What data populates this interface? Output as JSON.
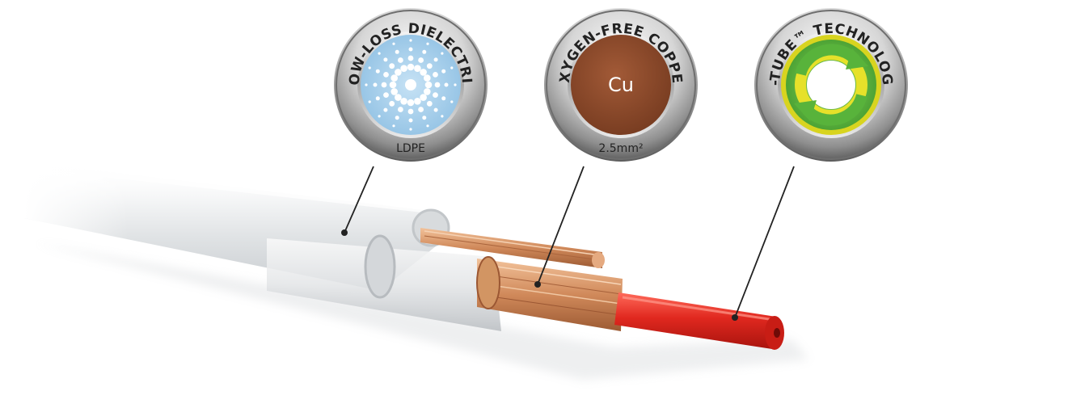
{
  "badges": [
    {
      "id": "dielectric",
      "top_text": "LOW-LOSS DIELECTRIC",
      "bottom_text": "LDPE",
      "icon": "starburst-dots-icon",
      "inner_color": "#a9d0ea"
    },
    {
      "id": "copper",
      "top_text": "OXYGEN-FREE COPPER",
      "bottom_text": "2.5mm²",
      "center_text": "Cu",
      "icon": "copper-disc-icon",
      "inner_color": "#8b4a2b"
    },
    {
      "id": "xtube",
      "top_text": "X-TUBE™ TECHNOLOGY",
      "bottom_text": "",
      "icon": "recycle-arrows-icon",
      "inner_color": "#6cc04a"
    }
  ],
  "colors": {
    "copper": "#c98a5e",
    "core_red": "#e0281f",
    "jacket": "#e6e8ea",
    "chrome": "#9a9a9a"
  }
}
